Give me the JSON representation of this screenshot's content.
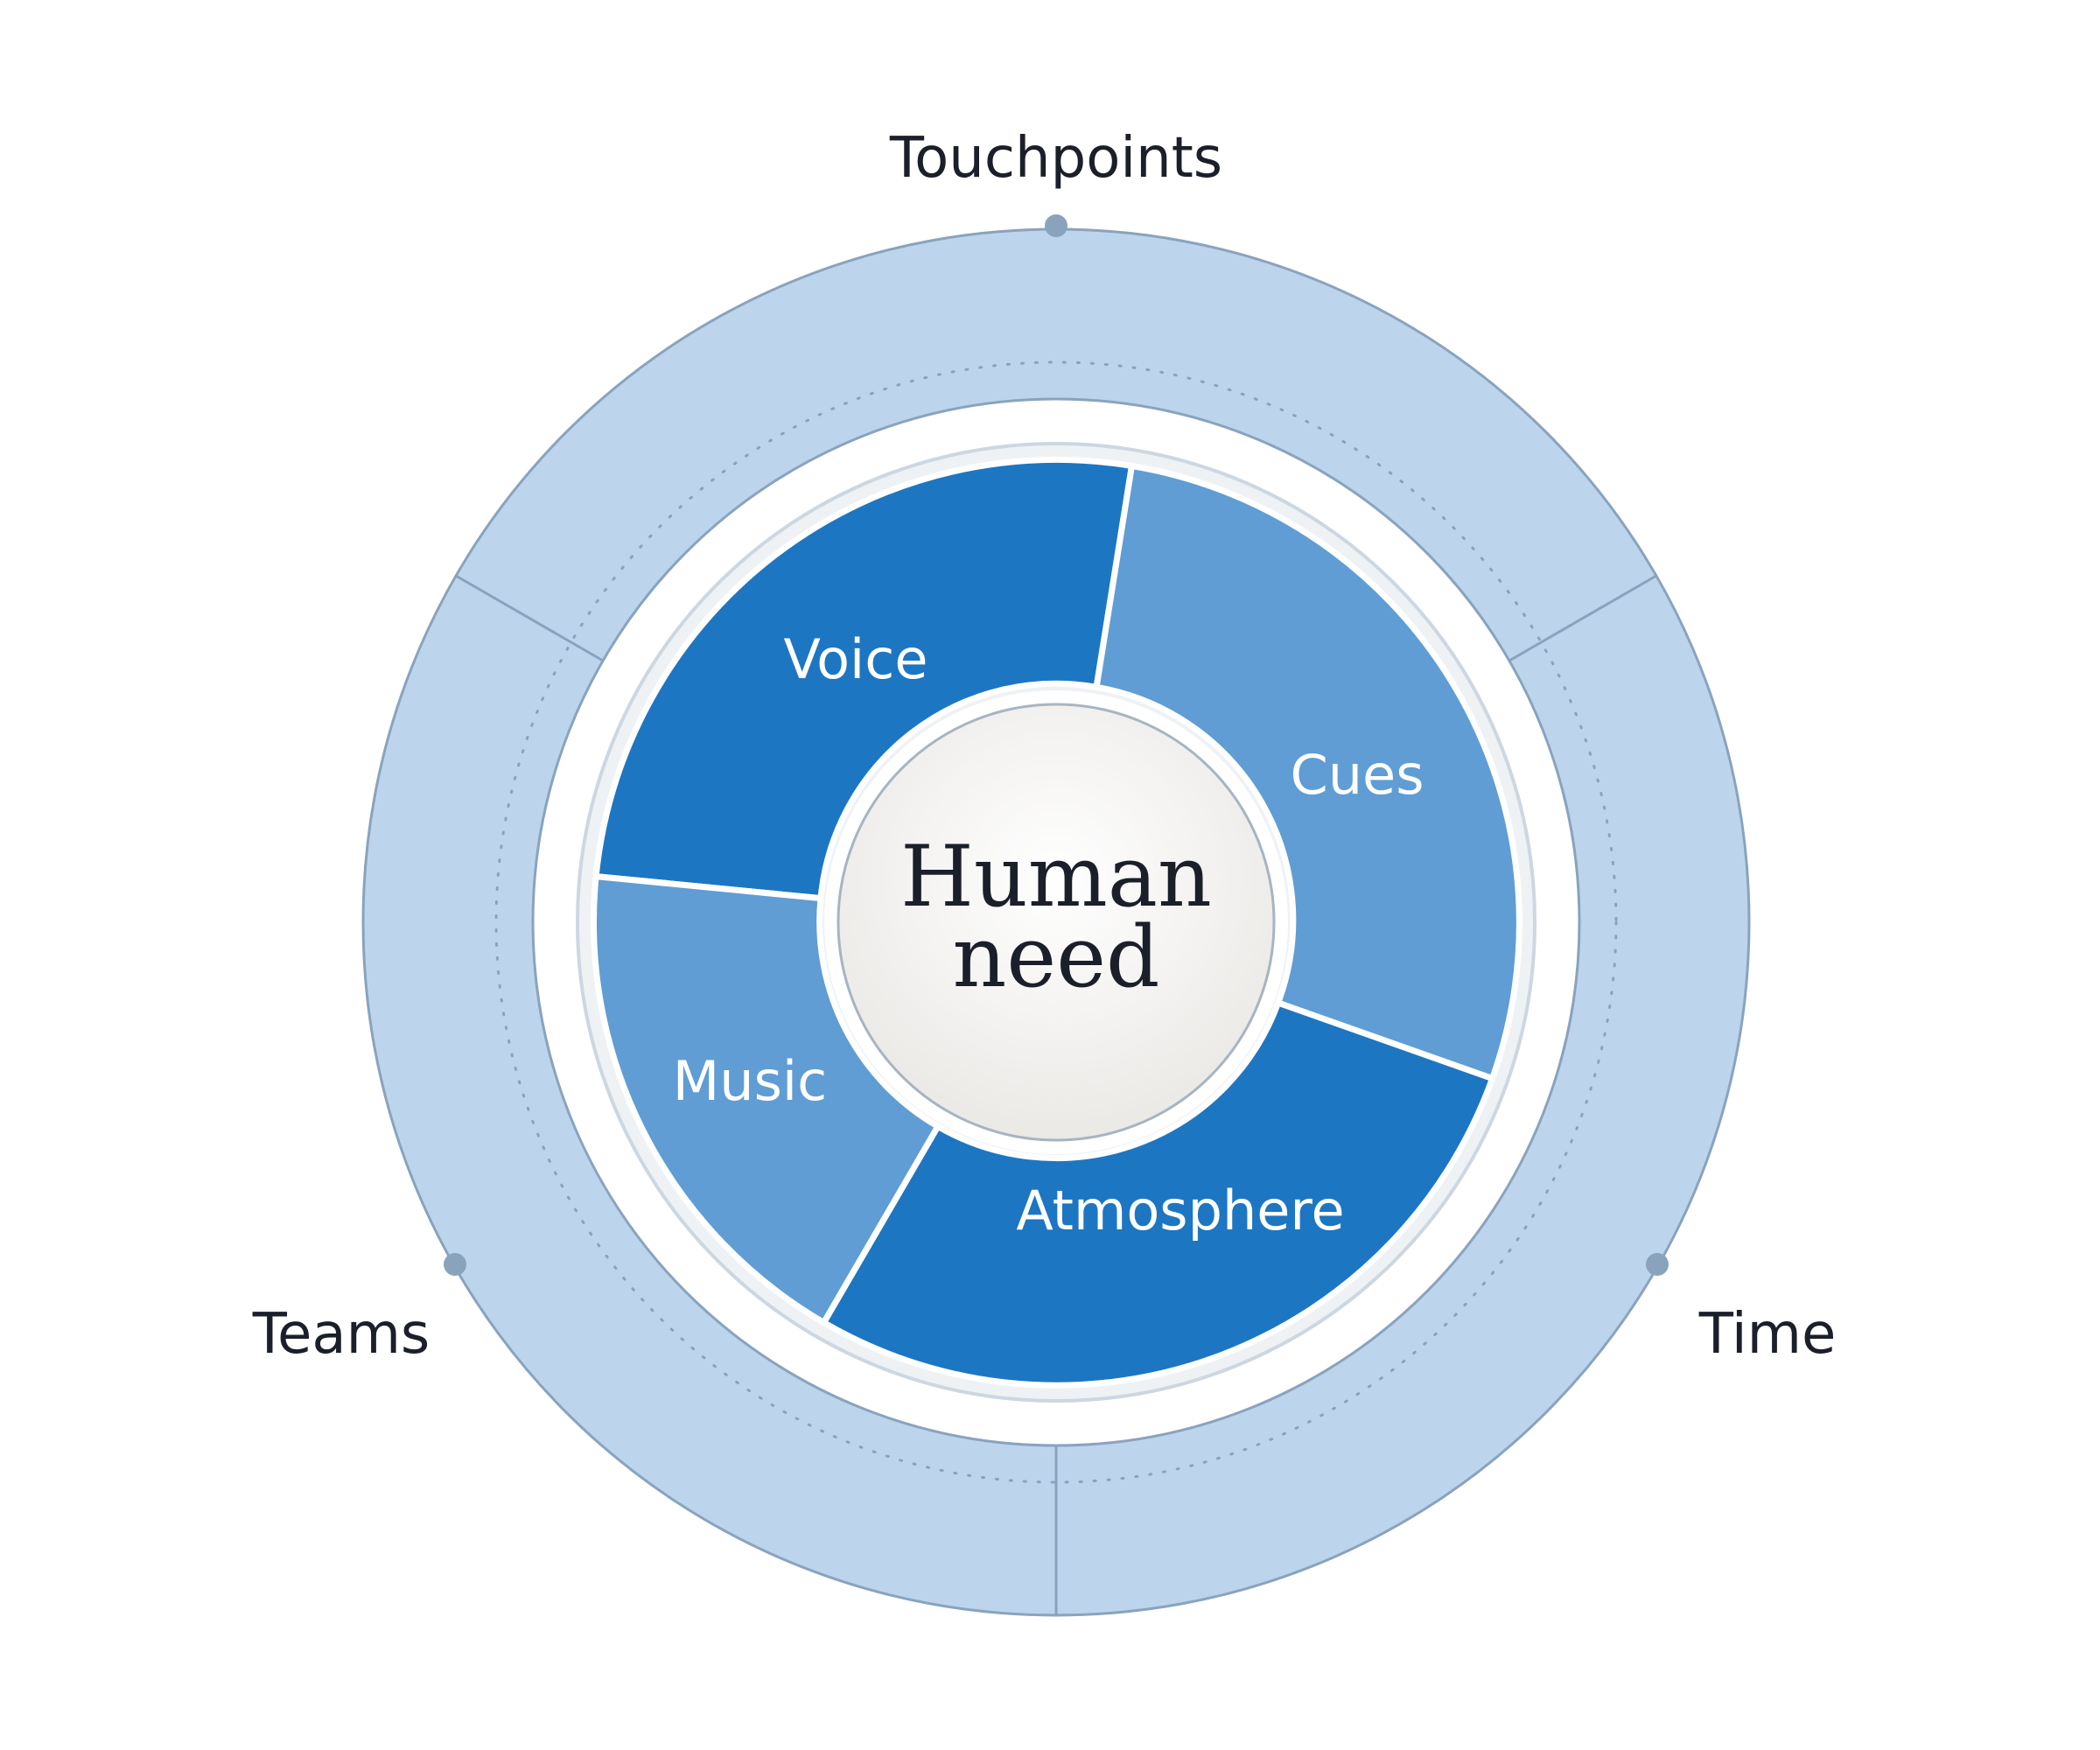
{
  "outer_ring": {
    "labels": [
      "Touchpoints",
      "Teams",
      "Time"
    ],
    "fill": "#bcd5ed",
    "stroke": "#8aa3bd"
  },
  "segments": [
    {
      "label": "Voice",
      "color": "#1d76c2"
    },
    {
      "label": "Cues",
      "color": "#5f9dd4"
    },
    {
      "label": "Atmosphere",
      "color": "#1d76c2"
    },
    {
      "label": "Music",
      "color": "#5f9dd4"
    }
  ],
  "center": {
    "line1": "Human",
    "line2": "need"
  }
}
